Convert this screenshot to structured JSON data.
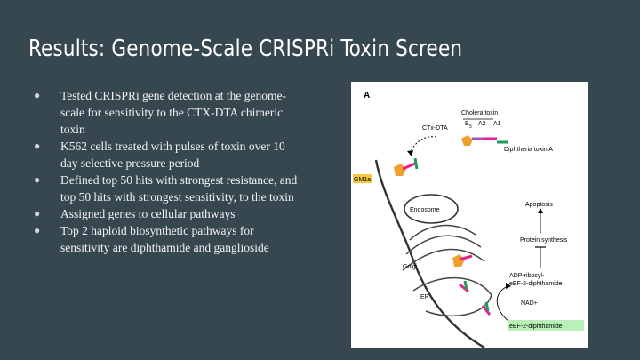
{
  "slide": {
    "title": "Results: Genome-Scale CRISPRi Toxin Screen",
    "bullets": [
      "Tested CRISPRi gene detection at the genome-scale for sensitivity to the CTX-DTA chimeric toxin",
      "K562 cells treated with pulses of toxin over 10 day selective pressure period",
      "Defined top 50 hits with strongest resistance, and top 50 hits with strongest sensitivity, to the toxin",
      "Assigned genes to cellular pathways",
      "Top 2 haploid biosynthetic pathways for sensitivity are diphthamide and ganglioside"
    ]
  },
  "figure": {
    "panel_label": "A",
    "labels": {
      "cholera_toxin": "Cholera toxin",
      "b5": "B",
      "b5_sub": "5",
      "a2": "A2",
      "a1": "A1",
      "ctx_dta": "CTx-DTA",
      "diphtheria_toxin": "Diphtheria toxin A",
      "gm1a": "GM1a",
      "endosome": "Endosome",
      "apoptosis": "Apoptosis",
      "protein_synthesis": "Protein synthesis",
      "golgi": "Golgi",
      "adp_ribosyl_1": "ADP-ribosyl-",
      "adp_ribosyl_2": "eEF-2-diphthamide",
      "er": "ER",
      "nad": "NAD+",
      "eef2": "eEF-2-diphthamide"
    },
    "colors": {
      "cholera_toxin": "#9b59b6",
      "a1_subunit": "#e91e8c",
      "diphtheria_toxin": "#1a9e5a",
      "ganglioside": "#f0a030",
      "gm1a_bg": "#f5c842",
      "eef2_bg": "#b8f0b8",
      "membrane": "#333333"
    },
    "icons": [
      "ctx-dta-icon",
      "chevron-arrow-icon"
    ]
  }
}
